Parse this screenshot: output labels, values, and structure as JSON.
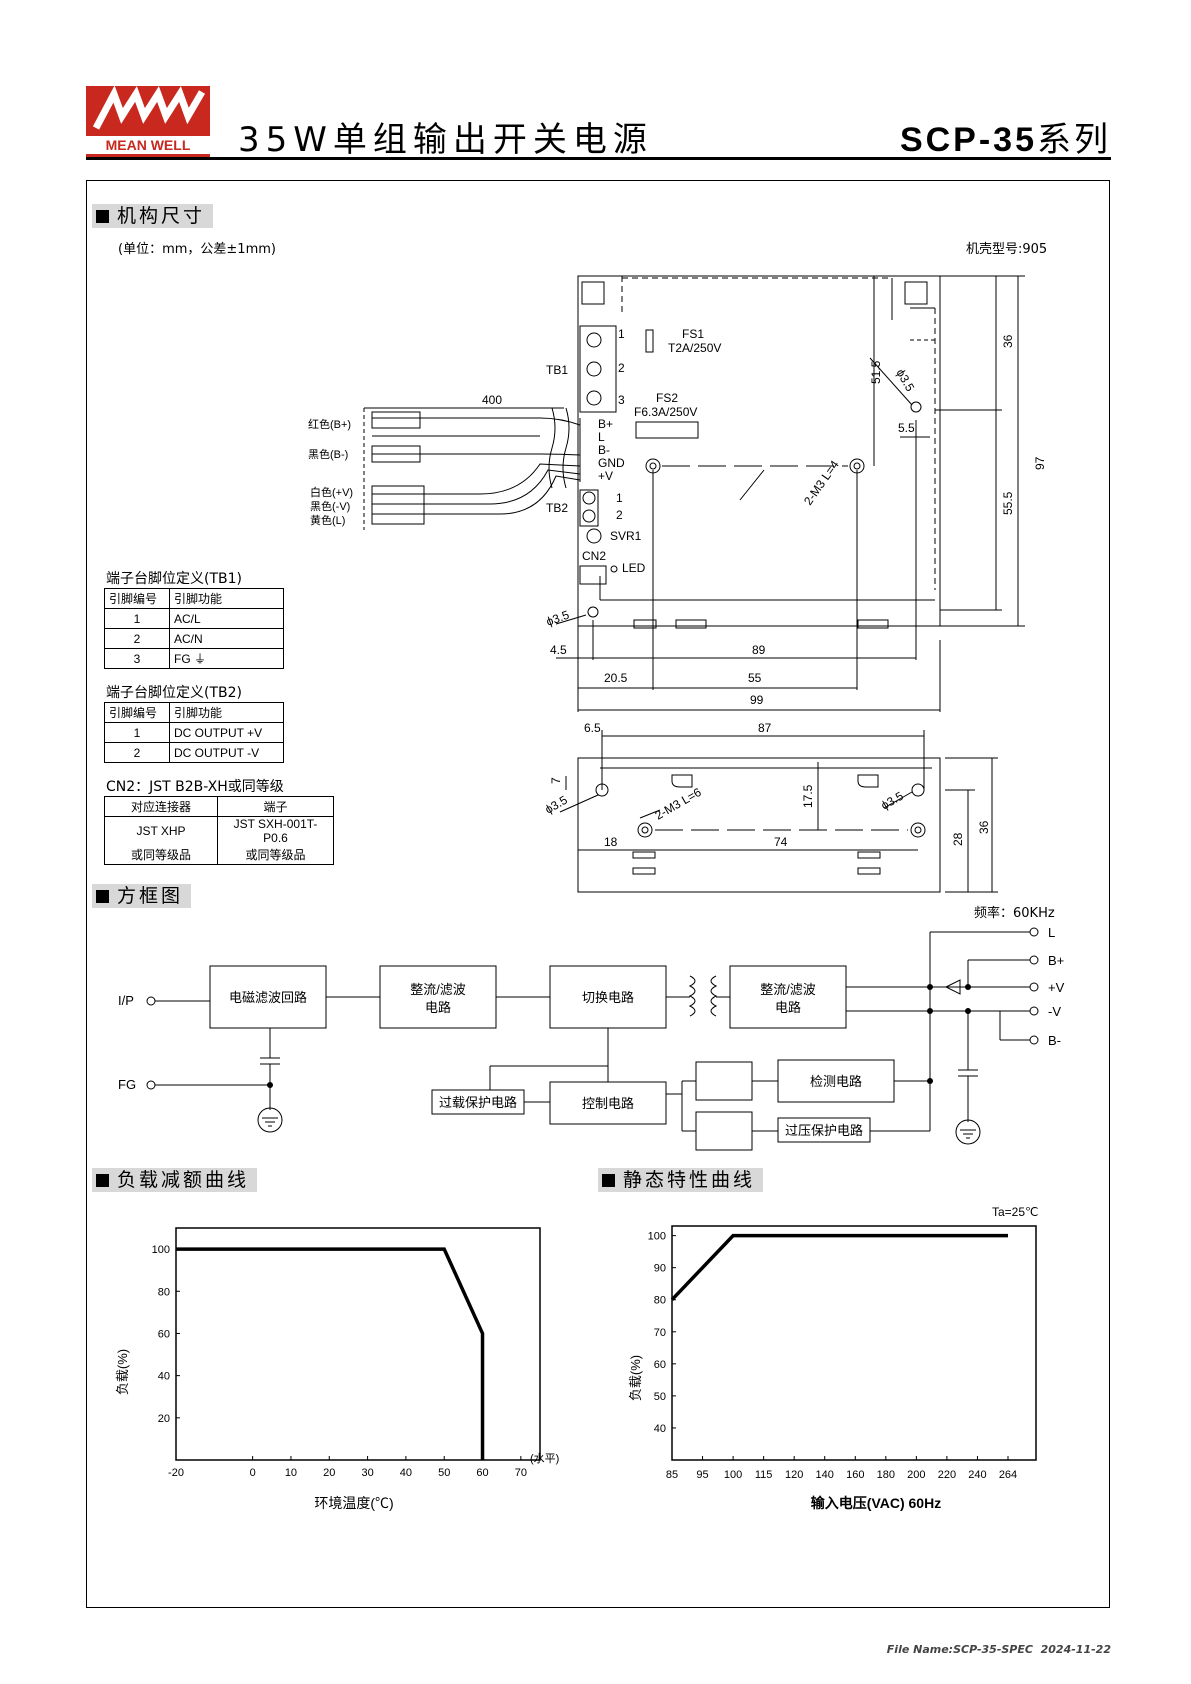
{
  "header": {
    "brand": "MEAN WELL",
    "title": "35W单组输出开关电源",
    "series_model": "SCP-35",
    "series_suffix": "系列"
  },
  "mechanical": {
    "section_title": "机构尺寸",
    "unit_note": "(单位：mm，公差±1mm)",
    "case_no": "机壳型号:905",
    "labels": {
      "fs1": "FS1",
      "fs1_rating": "T2A/250V",
      "fs2": "FS2",
      "fs2_rating": "F6.3A/250V",
      "tb1": "TB1",
      "tb2": "TB2",
      "svr1": "SVR1",
      "cn2": "CN2",
      "led": "LED",
      "wire_len": "400",
      "red_b_plus": "红色(B+)",
      "black_b_minus": "黑色(B-)",
      "white_v_plus": "白色(+V)",
      "black_v_minus": "黑色(-V)",
      "yellow_l": "黄色(L)",
      "tb1_pins": [
        "1",
        "2",
        "3"
      ],
      "tb2_pins": [
        "1",
        "2"
      ],
      "out_pins": [
        "B+",
        "L",
        "B-",
        "GND",
        "+V"
      ],
      "hole_d35": "ϕ3.5",
      "m3_4": "2-M3 L=4",
      "m3_6": "2-M3 L=6"
    },
    "dims_top": [
      "36",
      "97",
      "55.5",
      "51.5",
      "5.5",
      "4.5",
      "89",
      "20.5",
      "55",
      "99"
    ],
    "dims_side": [
      "6.5",
      "87",
      "7",
      "17.5",
      "28",
      "36",
      "18",
      "74"
    ]
  },
  "tb1_table": {
    "caption": "端子台脚位定义(TB1)",
    "headers": [
      "引脚编号",
      "引脚功能"
    ],
    "rows": [
      [
        "1",
        "AC/L"
      ],
      [
        "2",
        "AC/N"
      ],
      [
        "3",
        "FG ⏚"
      ]
    ]
  },
  "tb2_table": {
    "caption": "端子台脚位定义(TB2)",
    "headers": [
      "引脚编号",
      "引脚功能"
    ],
    "rows": [
      [
        "1",
        "DC OUTPUT +V"
      ],
      [
        "2",
        "DC OUTPUT -V"
      ]
    ]
  },
  "cn2_table": {
    "caption": "CN2：JST B2B-XH或同等级",
    "headers": [
      "对应连接器",
      "端子"
    ],
    "row1": [
      "JST XHP",
      "JST SXH-001T-P0.6"
    ],
    "row2": [
      "或同等级品",
      "或同等级品"
    ]
  },
  "block": {
    "section_title": "方框图",
    "freq": "频率：60KHz",
    "ip": "I/P",
    "fg": "FG",
    "emi": "电磁滤波回路",
    "rect1_a": "整流/滤波",
    "rect1_b": "电路",
    "switch": "切换电路",
    "rect2_a": "整流/滤波",
    "rect2_b": "电路",
    "olp": "过载保护电路",
    "ctrl": "控制电路",
    "detect": "检测电路",
    "ovp": "过压保护电路",
    "outs": [
      "L",
      "B+",
      "+V",
      "-V",
      "B-"
    ]
  },
  "derating": {
    "section_title": "负载减额曲线",
    "ylabel": "负载(%)",
    "xlabel": "环境温度(℃)",
    "x_unit": "(水平)"
  },
  "static": {
    "section_title": "静态特性曲线",
    "ylabel": "负载(%)",
    "xlabel": "输入电压(VAC) 60Hz",
    "ta": "Ta=25℃"
  },
  "chart_data": [
    {
      "type": "line",
      "xlabel": "环境温度(℃)",
      "ylabel": "负载(%)",
      "x_ticks": [
        -20,
        0,
        10,
        20,
        30,
        40,
        50,
        60,
        70
      ],
      "y_ticks": [
        20,
        40,
        60,
        80,
        100
      ],
      "xlim": [
        -20,
        75
      ],
      "ylim": [
        0,
        110
      ],
      "series": [
        {
          "x": [
            -20,
            50,
            60,
            60
          ],
          "y": [
            100,
            100,
            60,
            0
          ]
        }
      ]
    },
    {
      "type": "line",
      "xlabel": "输入电压(VAC) 60Hz",
      "ylabel": "负载(%)",
      "x_ticks": [
        85,
        95,
        100,
        115,
        120,
        140,
        160,
        180,
        200,
        220,
        240,
        264
      ],
      "y_ticks": [
        40,
        50,
        60,
        70,
        80,
        90,
        100
      ],
      "ylim": [
        30,
        103
      ],
      "series": [
        {
          "x": [
            85,
            100,
            264
          ],
          "y": [
            80,
            100,
            100
          ]
        }
      ]
    }
  ],
  "footer": {
    "file": "File Name:SCP-35-SPEC",
    "date": "2024-11-22"
  }
}
